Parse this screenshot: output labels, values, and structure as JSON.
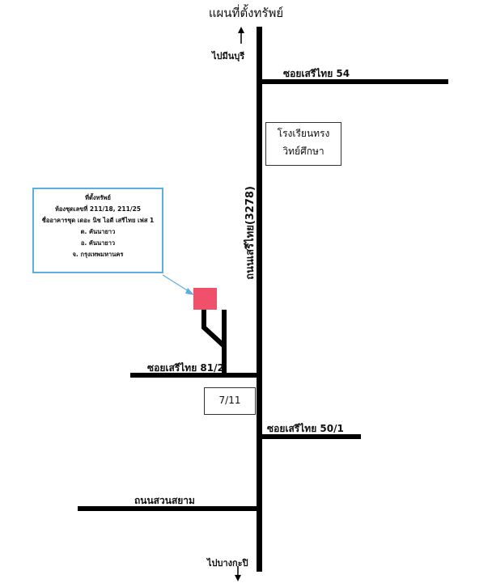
{
  "map": {
    "title": "แผนที่ตั้งทรัพย์",
    "main_road": "ถนนเสรีไทย(3278)",
    "direction_north": "ไปมีนบุรี",
    "direction_south": "ไปบางกะปิ",
    "soi_54": "ซอยเสรีไทย 54",
    "soi_81_2": "ซอยเสรีไทย 81/2",
    "soi_50_1": "ซอยเสรีไทย 50/1",
    "suan_siam": "ถนนสวนสยาม",
    "school_line1": "โรงเรียนทรง",
    "school_line2": "วิทย์ศึกษา",
    "store": "7/11",
    "property": {
      "heading": "ที่ตั้งทรัพย์",
      "unit": "ห้องชุดเลขที่ 211/18, 211/25",
      "building": "ชื่ออาคารชุด เดอะ นิช ไอดี เสรีไทย เฟส 1",
      "subdistrict": "ต. คันนายาว",
      "district": "อ. คันนายาว",
      "province": "จ. กรุงเทพมหานคร"
    },
    "colors": {
      "road": "#000000",
      "property_marker": "#f0506a",
      "callout_border": "#5aaee0"
    }
  }
}
